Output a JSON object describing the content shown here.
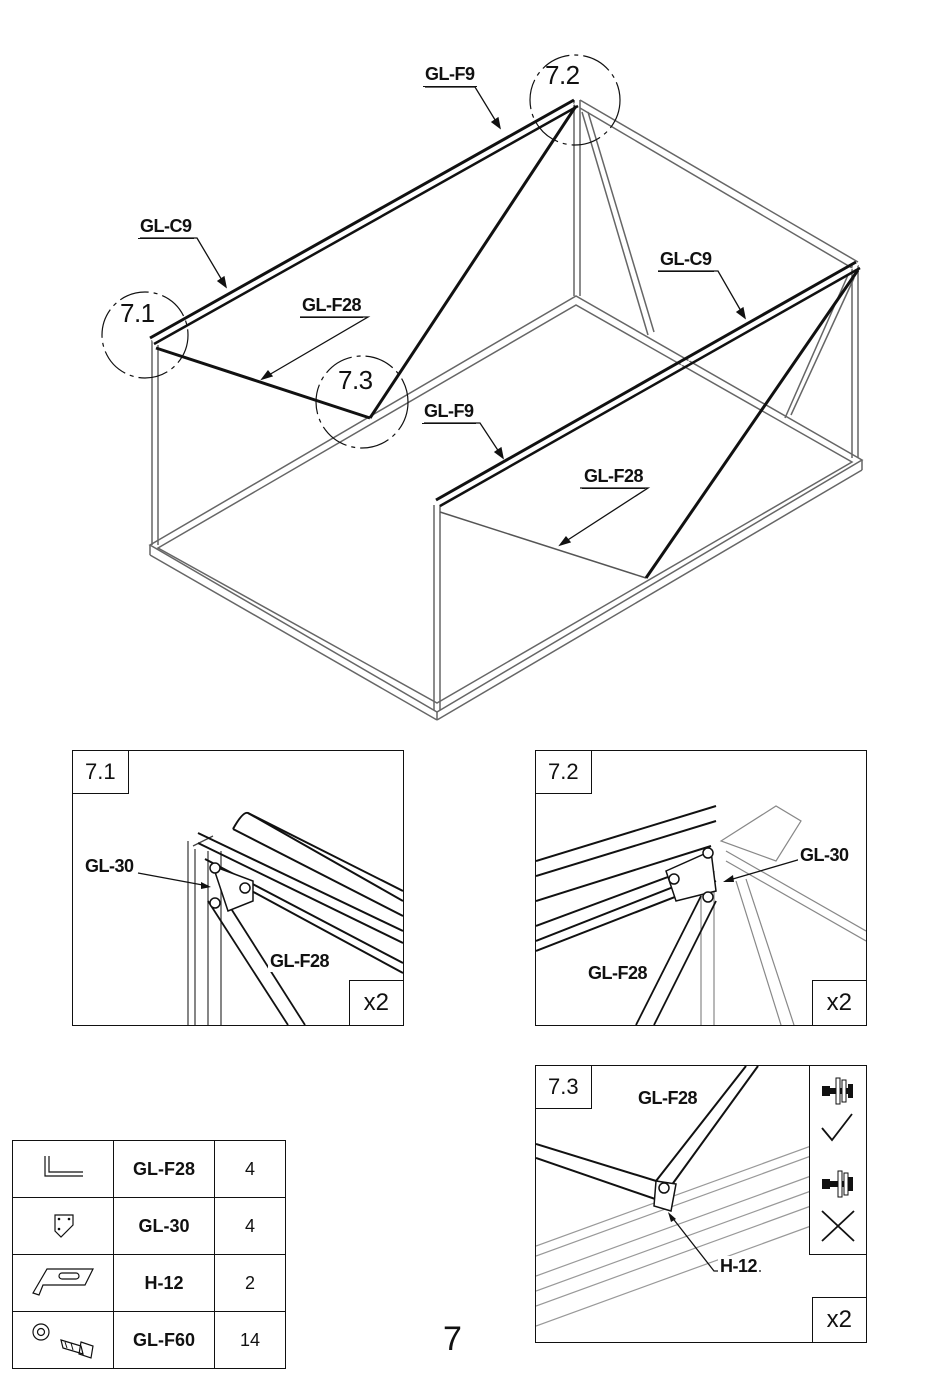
{
  "page_number": "7",
  "overview": {
    "callouts": {
      "c71": "7.1",
      "c72": "7.2",
      "c73": "7.3"
    },
    "labels": {
      "glf9_top": "GL-F9",
      "glc9_left": "GL-C9",
      "glf28_left": "GL-F28",
      "glc9_right": "GL-C9",
      "glf9_mid": "GL-F9",
      "glf28_right": "GL-F28"
    }
  },
  "details": [
    {
      "tag": "7.1",
      "multiplier": "x2",
      "labels": [
        "GL-30",
        "GL-F28"
      ]
    },
    {
      "tag": "7.2",
      "multiplier": "x2",
      "labels": [
        "GL-30",
        "GL-F28"
      ]
    },
    {
      "tag": "7.3",
      "multiplier": "x2",
      "labels": [
        "GL-F28",
        "H-12"
      ]
    }
  ],
  "parts_table": {
    "rows": [
      {
        "icon": "angle-profile-icon",
        "code": "GL-F28",
        "qty": "4"
      },
      {
        "icon": "bracket-plate-icon",
        "code": "GL-30",
        "qty": "4"
      },
      {
        "icon": "slotted-clip-icon",
        "code": "H-12",
        "qty": "2"
      },
      {
        "icon": "nut-bolt-icon",
        "code": "GL-F60",
        "qty": "14"
      }
    ]
  }
}
